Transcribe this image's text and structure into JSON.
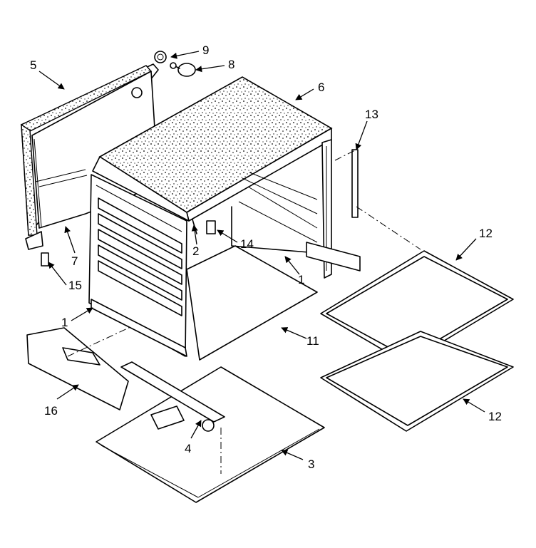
{
  "labels": {
    "p1": "1",
    "p2": "2",
    "p3": "3",
    "p4": "4",
    "p5": "5",
    "p6": "6",
    "p7": "7",
    "p8": "8",
    "p9": "9",
    "p11": "11",
    "p12": "12",
    "p13": "13",
    "p14": "14",
    "p15": "15",
    "p16": "16"
  },
  "colors": {
    "line": "#000000",
    "background": "#ffffff"
  }
}
